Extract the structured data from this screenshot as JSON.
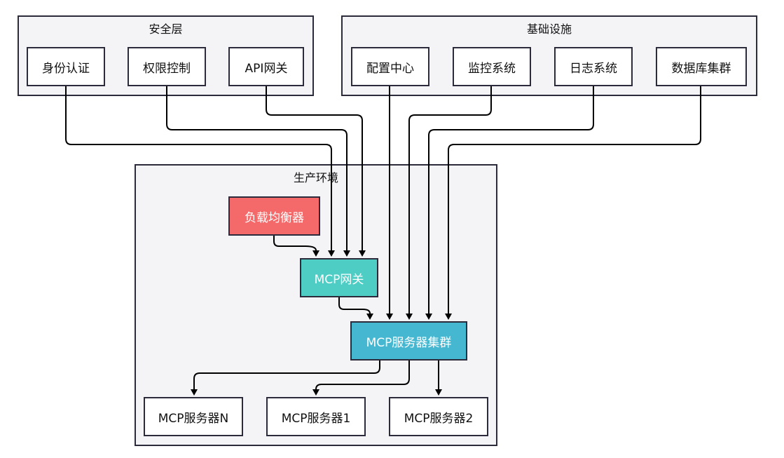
{
  "groups": {
    "security": {
      "title": "安全层"
    },
    "infrastructure": {
      "title": "基础设施"
    },
    "production": {
      "title": "生产环境"
    }
  },
  "nodes": {
    "identity_auth": "身份认证",
    "permission_control": "权限控制",
    "api_gateway": "API网关",
    "config_center": "配置中心",
    "monitoring_system": "监控系统",
    "logging_system": "日志系统",
    "database_cluster": "数据库集群",
    "load_balancer": "负载均衡器",
    "mcp_gateway": "MCP网关",
    "mcp_server_cluster": "MCP服务器集群",
    "mcp_server_n": "MCP服务器N",
    "mcp_server_1": "MCP服务器1",
    "mcp_server_2": "MCP服务器2"
  },
  "colors": {
    "load_balancer": "#f46a6a",
    "mcp_gateway": "#4ecdc4",
    "mcp_server_cluster": "#45b7d1",
    "group_background": "#f4f4f7",
    "border": "#2b2b3b",
    "edge": "#000000"
  },
  "edges": [
    {
      "from": "身份认证",
      "to": "MCP网关"
    },
    {
      "from": "权限控制",
      "to": "MCP网关"
    },
    {
      "from": "API网关",
      "to": "MCP网关"
    },
    {
      "from": "配置中心",
      "to": "MCP服务器集群"
    },
    {
      "from": "监控系统",
      "to": "MCP服务器集群"
    },
    {
      "from": "日志系统",
      "to": "MCP服务器集群"
    },
    {
      "from": "数据库集群",
      "to": "MCP服务器集群"
    },
    {
      "from": "负载均衡器",
      "to": "MCP网关"
    },
    {
      "from": "MCP网关",
      "to": "MCP服务器集群"
    },
    {
      "from": "MCP服务器集群",
      "to": "MCP服务器N"
    },
    {
      "from": "MCP服务器集群",
      "to": "MCP服务器1"
    },
    {
      "from": "MCP服务器集群",
      "to": "MCP服务器2"
    }
  ]
}
